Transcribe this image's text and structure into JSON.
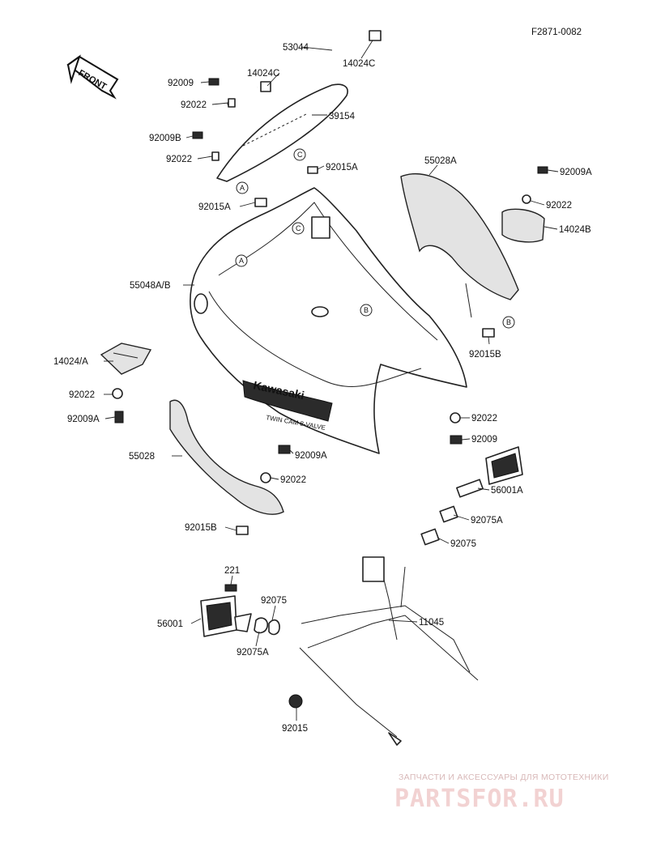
{
  "diagram_code": "F2871-0082",
  "front_label": "FRONT",
  "brand_text": "Kawasaki",
  "engine_text": "TWIN CAM 8-VALVE",
  "watermark": {
    "tagline": "ЗАПЧАСТИ И АКСЕССУАРЫ ДЛЯ МОТОТЕХНИКИ",
    "logo": "PARTSFOR.RU",
    "color": "#e8b4b4"
  },
  "part_labels": [
    {
      "id": "53044",
      "text": "53044"
    },
    {
      "id": "14024C-left",
      "text": "14024C"
    },
    {
      "id": "14024C-right",
      "text": "14024C"
    },
    {
      "id": "92009-top",
      "text": "92009"
    },
    {
      "id": "92022-top",
      "text": "92022"
    },
    {
      "id": "39154",
      "text": "39154"
    },
    {
      "id": "92009B",
      "text": "92009B"
    },
    {
      "id": "92022-mid",
      "text": "92022"
    },
    {
      "id": "92015A-top",
      "text": "92015A"
    },
    {
      "id": "92015A-left",
      "text": "92015A"
    },
    {
      "id": "55028A",
      "text": "55028A"
    },
    {
      "id": "92009A-right",
      "text": "92009A"
    },
    {
      "id": "92022-right",
      "text": "92022"
    },
    {
      "id": "14024B",
      "text": "14024B"
    },
    {
      "id": "55048AB",
      "text": "55048A/B"
    },
    {
      "id": "92015B-right",
      "text": "92015B"
    },
    {
      "id": "14024A",
      "text": "14024/A"
    },
    {
      "id": "92022-left",
      "text": "92022"
    },
    {
      "id": "92009A-left",
      "text": "92009A"
    },
    {
      "id": "92022-lowright",
      "text": "92022"
    },
    {
      "id": "92009-lowright",
      "text": "92009"
    },
    {
      "id": "92009A-center",
      "text": "92009A"
    },
    {
      "id": "55028",
      "text": "55028"
    },
    {
      "id": "92022-lowcenter",
      "text": "92022"
    },
    {
      "id": "56001A",
      "text": "56001A"
    },
    {
      "id": "92075A-right",
      "text": "92075A"
    },
    {
      "id": "92015B-left",
      "text": "92015B"
    },
    {
      "id": "92075-right",
      "text": "92075"
    },
    {
      "id": "221",
      "text": "221"
    },
    {
      "id": "92075-left",
      "text": "92075"
    },
    {
      "id": "11045",
      "text": "11045"
    },
    {
      "id": "56001",
      "text": "56001"
    },
    {
      "id": "92075A-left",
      "text": "92075A"
    },
    {
      "id": "92015",
      "text": "92015"
    }
  ],
  "ref_markers": [
    "A",
    "A",
    "B",
    "B",
    "C",
    "C"
  ]
}
